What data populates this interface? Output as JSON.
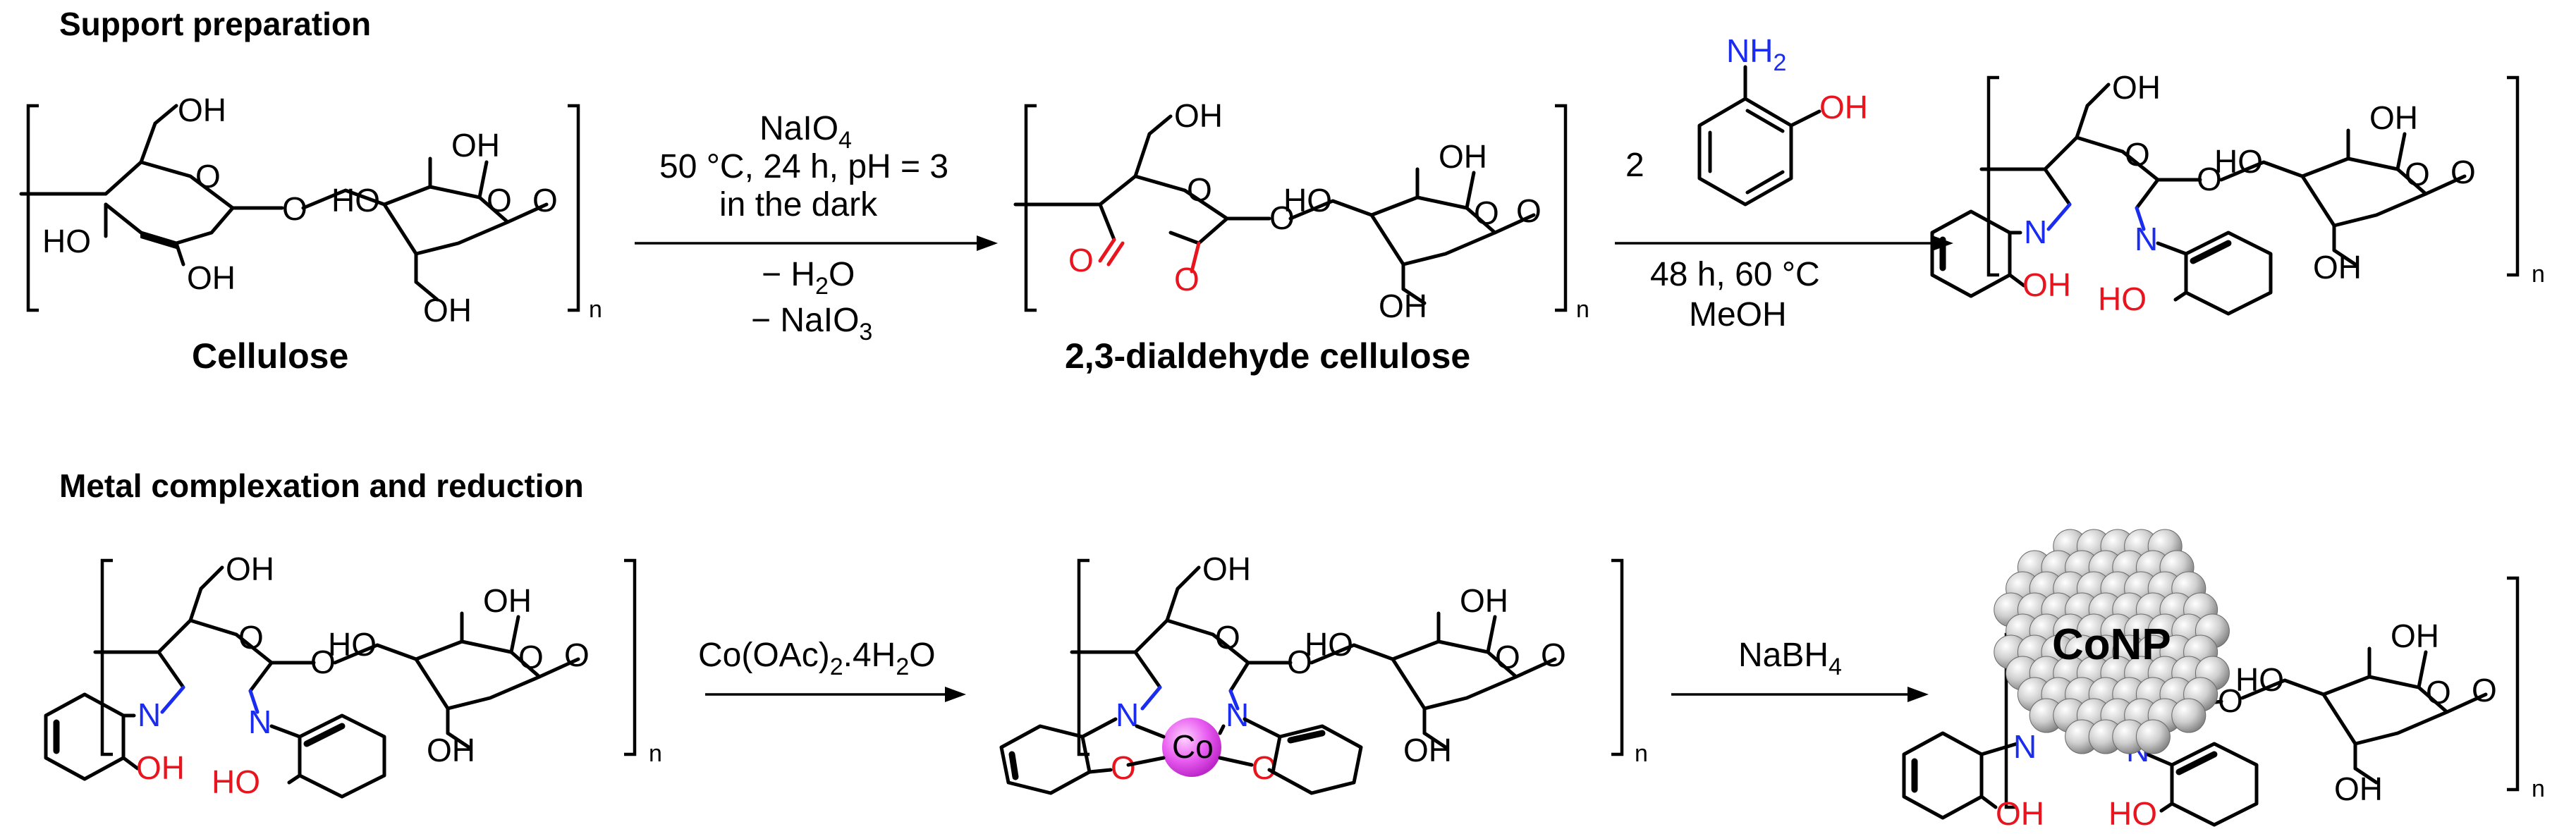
{
  "headings": {
    "support": "Support preparation",
    "metal": "Metal complexation and reduction"
  },
  "compounds": {
    "cellulose": "Cellulose",
    "dac": "2,3-dialdehyde cellulose"
  },
  "atoms": {
    "OH": "OH",
    "HO": "HO",
    "O": "O",
    "N": "N",
    "NH2": "NH",
    "NH2_sub": "2",
    "Co": "Co",
    "CoNP": "CoNP",
    "n": "n"
  },
  "step1": {
    "reagent": "NaIO",
    "reagent_sub": "4",
    "line2": "50 °C, 24 h, pH = 3",
    "line3": "in the dark",
    "minus_h2o_a": "− H",
    "minus_h2o_sub": "2",
    "minus_h2o_b": "O",
    "minus_naio3": "− NaIO",
    "minus_naio3_sub": "3"
  },
  "step2": {
    "equiv": "2",
    "line1": "48 h, 60 °C",
    "line2": "MeOH"
  },
  "step3": {
    "reagent_a": "Co(OAc)",
    "reagent_sub1": "2",
    "reagent_b": ".4H",
    "reagent_sub2": "2",
    "reagent_c": "O"
  },
  "step4": {
    "reagent": "NaBH",
    "reagent_sub": "4"
  },
  "colors": {
    "oxygen": "#e8141e",
    "nitrogen": "#1a2cf0",
    "cobalt_sphere": "#e040e8",
    "nanoparticle": "#c8c8c8"
  }
}
